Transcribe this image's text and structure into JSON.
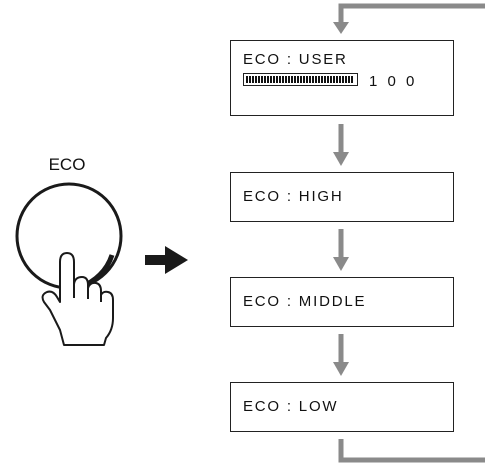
{
  "button": {
    "label": "ECO"
  },
  "modes": [
    {
      "text": "ECO : USER"
    },
    {
      "text": "ECO : HIGH"
    },
    {
      "text": "ECO : MIDDLE"
    },
    {
      "text": "ECO : LOW"
    }
  ],
  "user_level": {
    "value": "1 0 0",
    "fraction": 1.0
  },
  "colors": {
    "connector": "#8a8a8a",
    "arrow": "#1a1a1a",
    "border": "#222222"
  }
}
